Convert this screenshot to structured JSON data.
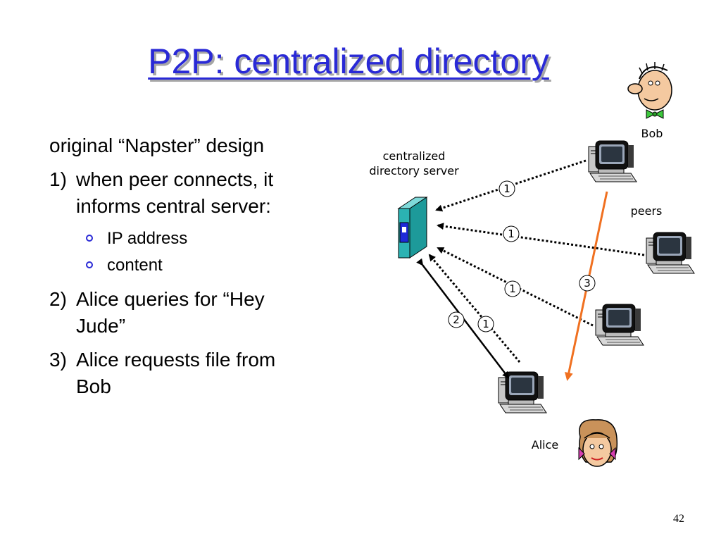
{
  "title": "P2P: centralized directory",
  "bullets": {
    "intro": "original “Napster” design",
    "item1_num": "1)",
    "item1_line1": "when peer connects, it",
    "item1_line2": "informs central server:",
    "sub1": "IP address",
    "sub2": "content",
    "item2_num": "2)",
    "item2_line1": "Alice queries for “Hey",
    "item2_line2": "Jude”",
    "item3_num": "3)",
    "item3_line1": "Alice requests file from",
    "item3_line2": "Bob"
  },
  "diagram": {
    "server_label_line1": "centralized",
    "server_label_line2": "directory server",
    "bob_label": "Bob",
    "peers_label": "peers",
    "alice_label": "Alice",
    "step_1": "1",
    "step_2": "2",
    "step_3": "3",
    "arrow_color": "#f07020",
    "server_color": "#2bb3b3"
  },
  "page_number": "42"
}
